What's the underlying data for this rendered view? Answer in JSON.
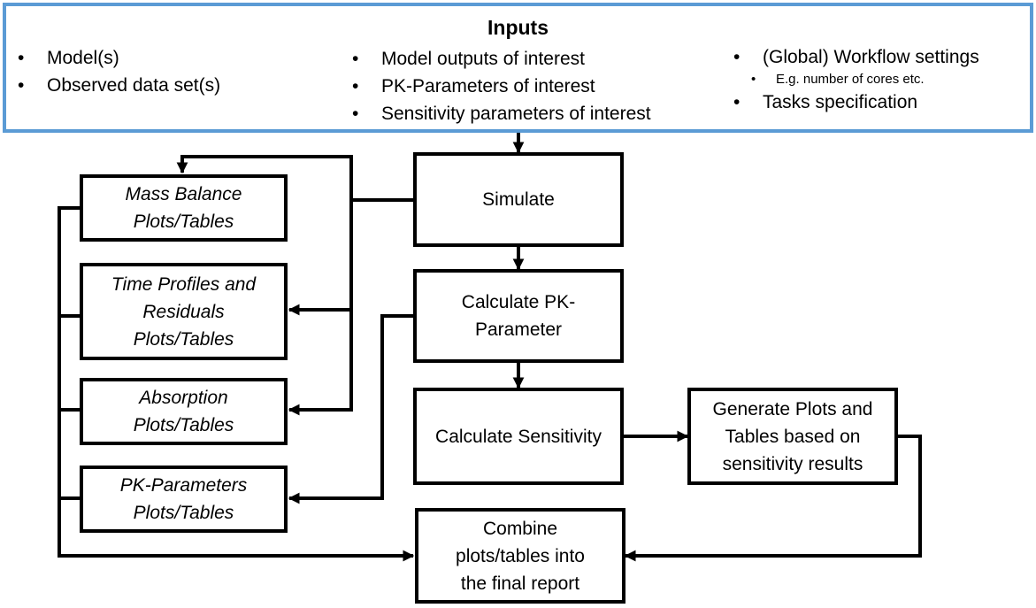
{
  "inputs": {
    "title": "Inputs",
    "col1": [
      "Model(s)",
      "Observed data set(s)"
    ],
    "col2": [
      "Model outputs of interest",
      "PK-Parameters of interest",
      "Sensitivity parameters of interest"
    ],
    "col3": {
      "item1": "(Global) Workflow settings",
      "sub1": "E.g. number of cores etc.",
      "item2": "Tasks specification"
    }
  },
  "process": {
    "simulate": "Simulate",
    "calc_pk": [
      "Calculate PK-",
      "Parameter"
    ],
    "calc_sensitivity": "Calculate Sensitivity",
    "generate": [
      "Generate Plots and",
      "Tables based on",
      "sensitivity results"
    ],
    "combine": [
      "Combine",
      "plots/tables into",
      "the final report"
    ]
  },
  "outputs": {
    "mass_balance": [
      "Mass Balance",
      "Plots/Tables"
    ],
    "time_profiles": [
      "Time Profiles and",
      "Residuals",
      "Plots/Tables"
    ],
    "absorption": [
      "Absorption",
      "Plots/Tables"
    ],
    "pk_parameters": [
      "PK-Parameters",
      "Plots/Tables"
    ]
  },
  "colors": {
    "inputs_border": "#5B9BD5",
    "box_border": "#000000",
    "connector": "#000000"
  }
}
